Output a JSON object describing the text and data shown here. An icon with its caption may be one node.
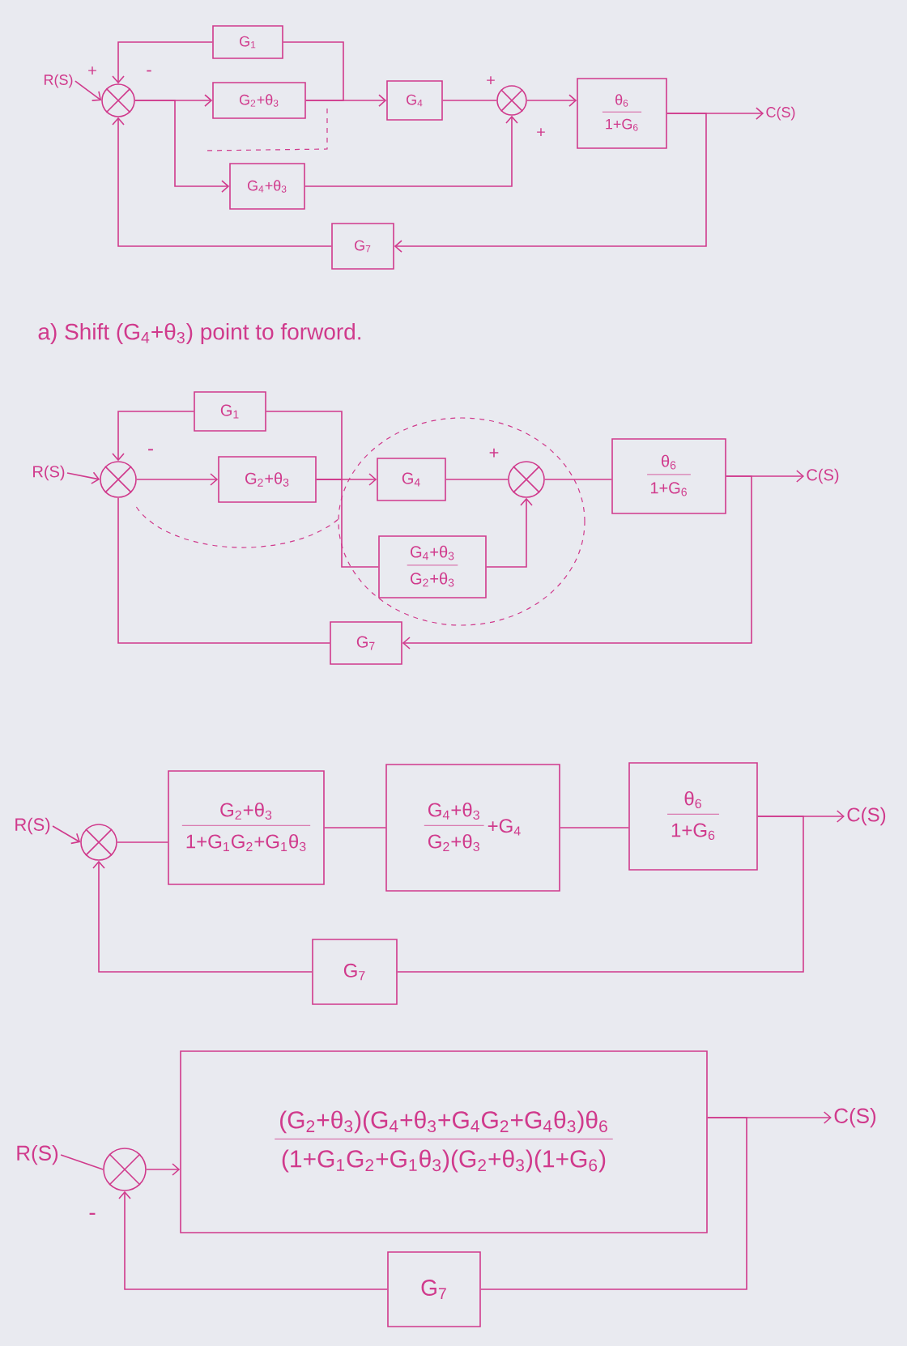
{
  "diagram": {
    "nodes": [
      {
        "text": [
          "R(S)"
        ]
      },
      {
        "text": [],
        "shape": "circle"
      },
      {
        "text": [
          "G$_{1}$"
        ]
      },
      {
        "text": [
          "G$_{2}$+θ$_{3}$"
        ]
      },
      {
        "text": [
          "G$_{4}$"
        ]
      },
      {
        "text": [
          "G$_{4}$+θ$_{3}$"
        ]
      },
      {
        "text": [],
        "shape": "circle"
      },
      {
        "text": [
          "θ$_{6}$",
          "1+G$_{6}$"
        ]
      },
      {
        "text": [
          "C(S)"
        ]
      },
      {
        "text": [
          "G$_{7}$"
        ]
      },
      {
        "text": [
          "R(S)"
        ]
      },
      {
        "text": [],
        "shape": "circle"
      },
      {
        "text": [
          "G$_{1}$"
        ]
      },
      {
        "text": [
          "G$_{2}$+θ$_{3}$"
        ]
      },
      {
        "text": [
          "G$_{4}$"
        ]
      },
      {
        "text": [
          "G$_{4}$+θ$_{3}$",
          "G$_{2}$+θ$_{3}$"
        ]
      },
      {
        "text": [],
        "shape": "circle"
      },
      {
        "text": [
          "θ$_{6}$",
          "1+G$_{6}$"
        ]
      },
      {
        "text": [
          "C(S)"
        ]
      },
      {
        "text": [
          "G$_{7}$"
        ]
      },
      {
        "text": [
          "R(S)"
        ]
      },
      {
        "text": [],
        "shape": "circle"
      },
      {
        "text": [
          "G$_{2}$+θ$_{3}$",
          "1+G$_{1}$G$_{2}$+G$_{1}$θ$_{3}$"
        ]
      },
      {
        "text": [
          "G$_{4}$+θ$_{3}$",
          "G$_{2}$+θ$_{3}$",
          "+G$_{4}$"
        ]
      },
      {
        "text": [
          "θ$_{6}$",
          "1+G$_{6}$"
        ]
      },
      {
        "text": [
          "C(S)"
        ]
      },
      {
        "text": [
          "G$_{7}$"
        ]
      },
      {
        "text": [
          "R(S)"
        ]
      },
      {
        "text": [],
        "shape": "circle"
      },
      {
        "text": [
          "(G$_{2}$+θ$_{3}$)(G$_{4}$+θ$_{3}$+G$_{4}$G$_{2}$+G$_{4}$θ$_{3}$)θ$_{6}$",
          "(1+G$_{1}$G$_{2}$+G$_{1}$θ$_{3}$)(G$_{2}$+θ$_{3}$)(1+G$_{6}$)"
        ]
      },
      {
        "text": [
          "C(S)"
        ]
      },
      {
        "text": [
          "G$_{7}$"
        ]
      }
    ],
    "edges": [
      {
        "from": 0,
        "to": 1,
        "arrow": "to"
      },
      {
        "from": 1,
        "to": 3,
        "arrow": "to"
      },
      {
        "from": 1,
        "to": 5,
        "arrow": "to"
      },
      {
        "from": 3,
        "to": 2,
        "arrow": "none"
      },
      {
        "from": 2,
        "to": 1,
        "arrow": "to"
      },
      {
        "from": 3,
        "to": 4,
        "arrow": "to"
      },
      {
        "from": 4,
        "to": 6,
        "arrow": "none"
      },
      {
        "from": 5,
        "to": 6,
        "arrow": "to"
      },
      {
        "from": 6,
        "to": 7,
        "arrow": "to"
      },
      {
        "from": 7,
        "to": 8,
        "arrow": "to"
      },
      {
        "from": 7,
        "to": 9,
        "arrow": "to"
      },
      {
        "from": 9,
        "to": 1,
        "arrow": "to"
      },
      {
        "from": 10,
        "to": 11,
        "arrow": "to"
      },
      {
        "from": 11,
        "to": 13,
        "arrow": "to"
      },
      {
        "from": 13,
        "to": 14,
        "arrow": "to"
      },
      {
        "from": 13,
        "to": 12,
        "arrow": "none"
      },
      {
        "from": 12,
        "to": 11,
        "arrow": "to"
      },
      {
        "from": 13,
        "to": 15,
        "arrow": "none"
      },
      {
        "from": 15,
        "to": 16,
        "arrow": "to"
      },
      {
        "from": 14,
        "to": 16,
        "arrow": "none"
      },
      {
        "from": 16,
        "to": 17,
        "arrow": "none"
      },
      {
        "from": 17,
        "to": 18,
        "arrow": "to"
      },
      {
        "from": 17,
        "to": 19,
        "arrow": "to"
      },
      {
        "from": 19,
        "to": 11,
        "arrow": "none"
      },
      {
        "from": 20,
        "to": 21,
        "arrow": "to"
      },
      {
        "from": 21,
        "to": 22,
        "arrow": "none"
      },
      {
        "from": 22,
        "to": 23,
        "arrow": "none"
      },
      {
        "from": 23,
        "to": 24,
        "arrow": "none"
      },
      {
        "from": 24,
        "to": 25,
        "arrow": "to"
      },
      {
        "from": 24,
        "to": 26,
        "arrow": "none"
      },
      {
        "from": 26,
        "to": 21,
        "arrow": "to"
      },
      {
        "from": 27,
        "to": 28,
        "arrow": "none"
      },
      {
        "from": 28,
        "to": 29,
        "arrow": "to"
      },
      {
        "from": 29,
        "to": 30,
        "arrow": "to"
      },
      {
        "from": 29,
        "to": 31,
        "arrow": "none"
      },
      {
        "from": 31,
        "to": 28,
        "arrow": "to"
      }
    ],
    "labels": [
      "+",
      "-",
      "+",
      "+",
      "a) Shift (G$_{4}$+θ$_{3}$) point to forword.",
      "-",
      "+",
      "-"
    ]
  }
}
